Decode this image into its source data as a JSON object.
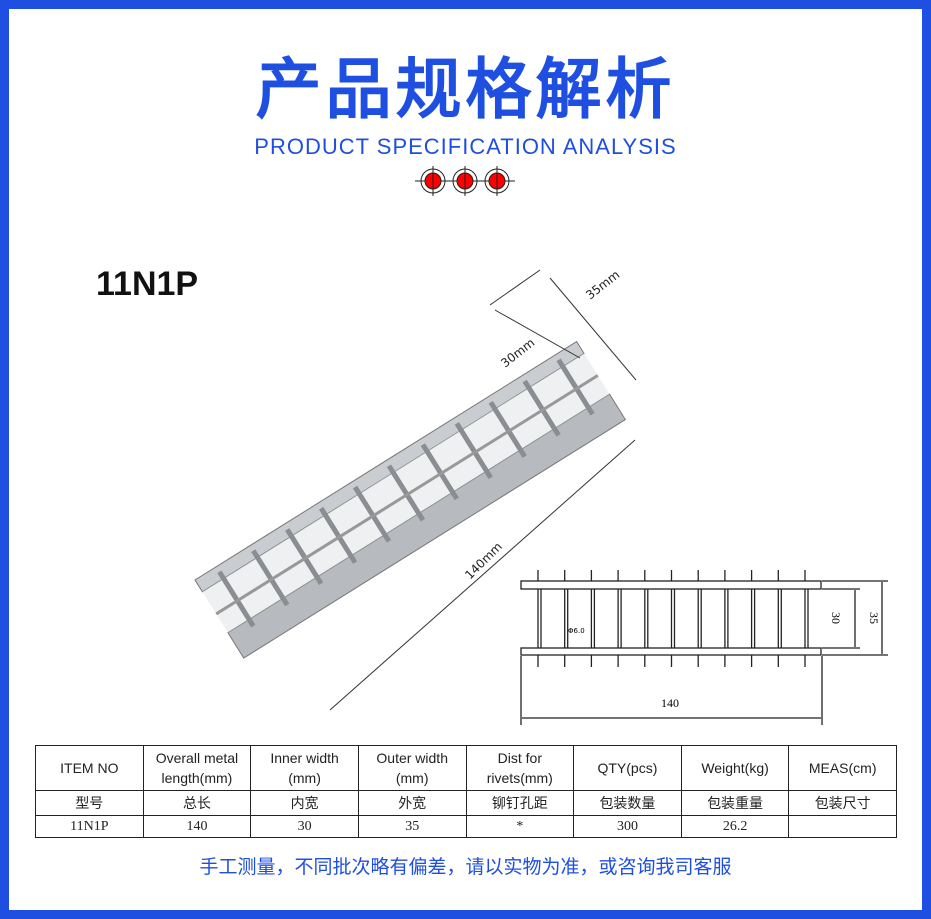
{
  "header": {
    "title": "产品规格解析",
    "subtitle": "PRODUCT SPECIFICATION ANALYSIS",
    "accent": "#1f4fe0"
  },
  "model": "11N1P",
  "photo_dims": {
    "inner": "30mm",
    "outer": "35mm",
    "length": "140mm"
  },
  "drawing": {
    "length": "140",
    "inner": "30",
    "outer": "35",
    "rivet": "Φ6.0"
  },
  "table": {
    "headers": [
      "ITEM NO",
      "Overall metal length(mm)",
      "Inner width (mm)",
      "Outer width (mm)",
      "Dist for rivets(mm)",
      "QTY(pcs)",
      "Weight(kg)",
      "MEAS(cm)"
    ],
    "headers_cn": [
      "型号",
      "总长",
      "内宽",
      "外宽",
      "铆钉孔距",
      "包装数量",
      "包装重量",
      "包装尺寸"
    ],
    "row": [
      "11N1P",
      "140",
      "30",
      "35",
      "*",
      "300",
      "26.2",
      ""
    ]
  },
  "note": "手工测量，不同批次略有偏差，请以实物为准，或咨询我司客服"
}
